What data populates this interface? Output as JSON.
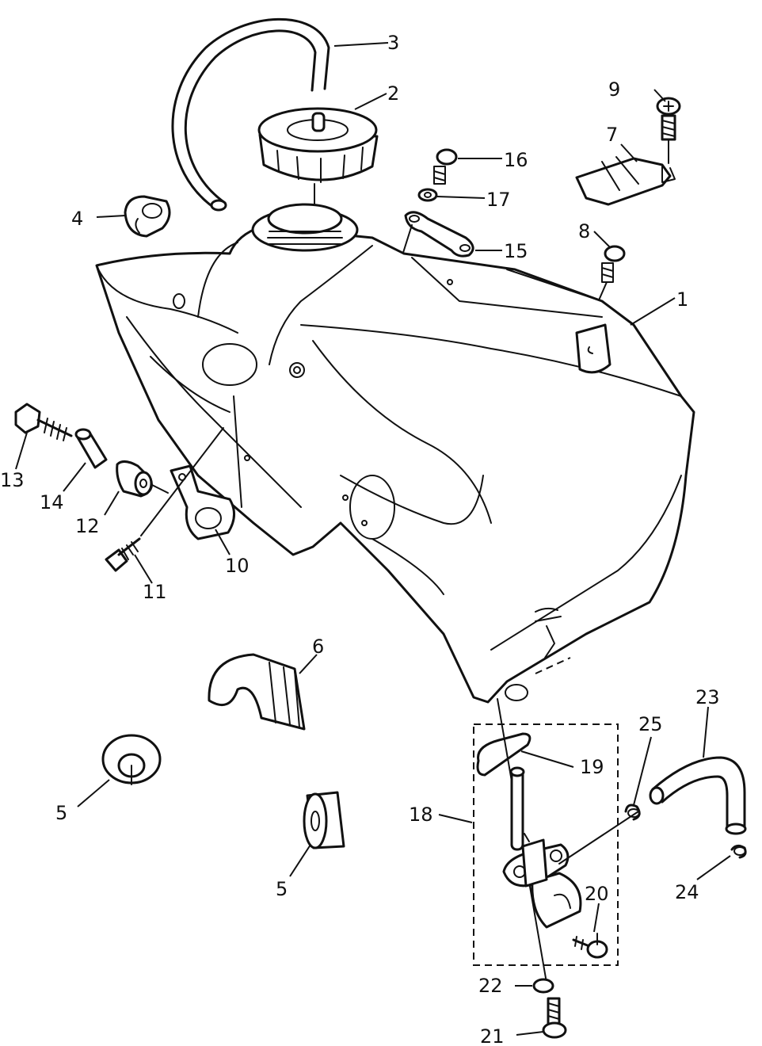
{
  "callouts": {
    "c1": "1",
    "c2": "2",
    "c3": "3",
    "c4": "4",
    "c5a": "5",
    "c5b": "5",
    "c6": "6",
    "c7": "7",
    "c8": "8",
    "c9": "9",
    "c10": "10",
    "c11": "11",
    "c12": "12",
    "c13": "13",
    "c14": "14",
    "c15": "15",
    "c16": "16",
    "c17": "17",
    "c18": "18",
    "c19": "19",
    "c20": "20",
    "c21": "21",
    "c22": "22",
    "c23": "23",
    "c24": "24",
    "c25": "25"
  },
  "colors": {
    "line": "#111111",
    "background": "#ffffff"
  }
}
